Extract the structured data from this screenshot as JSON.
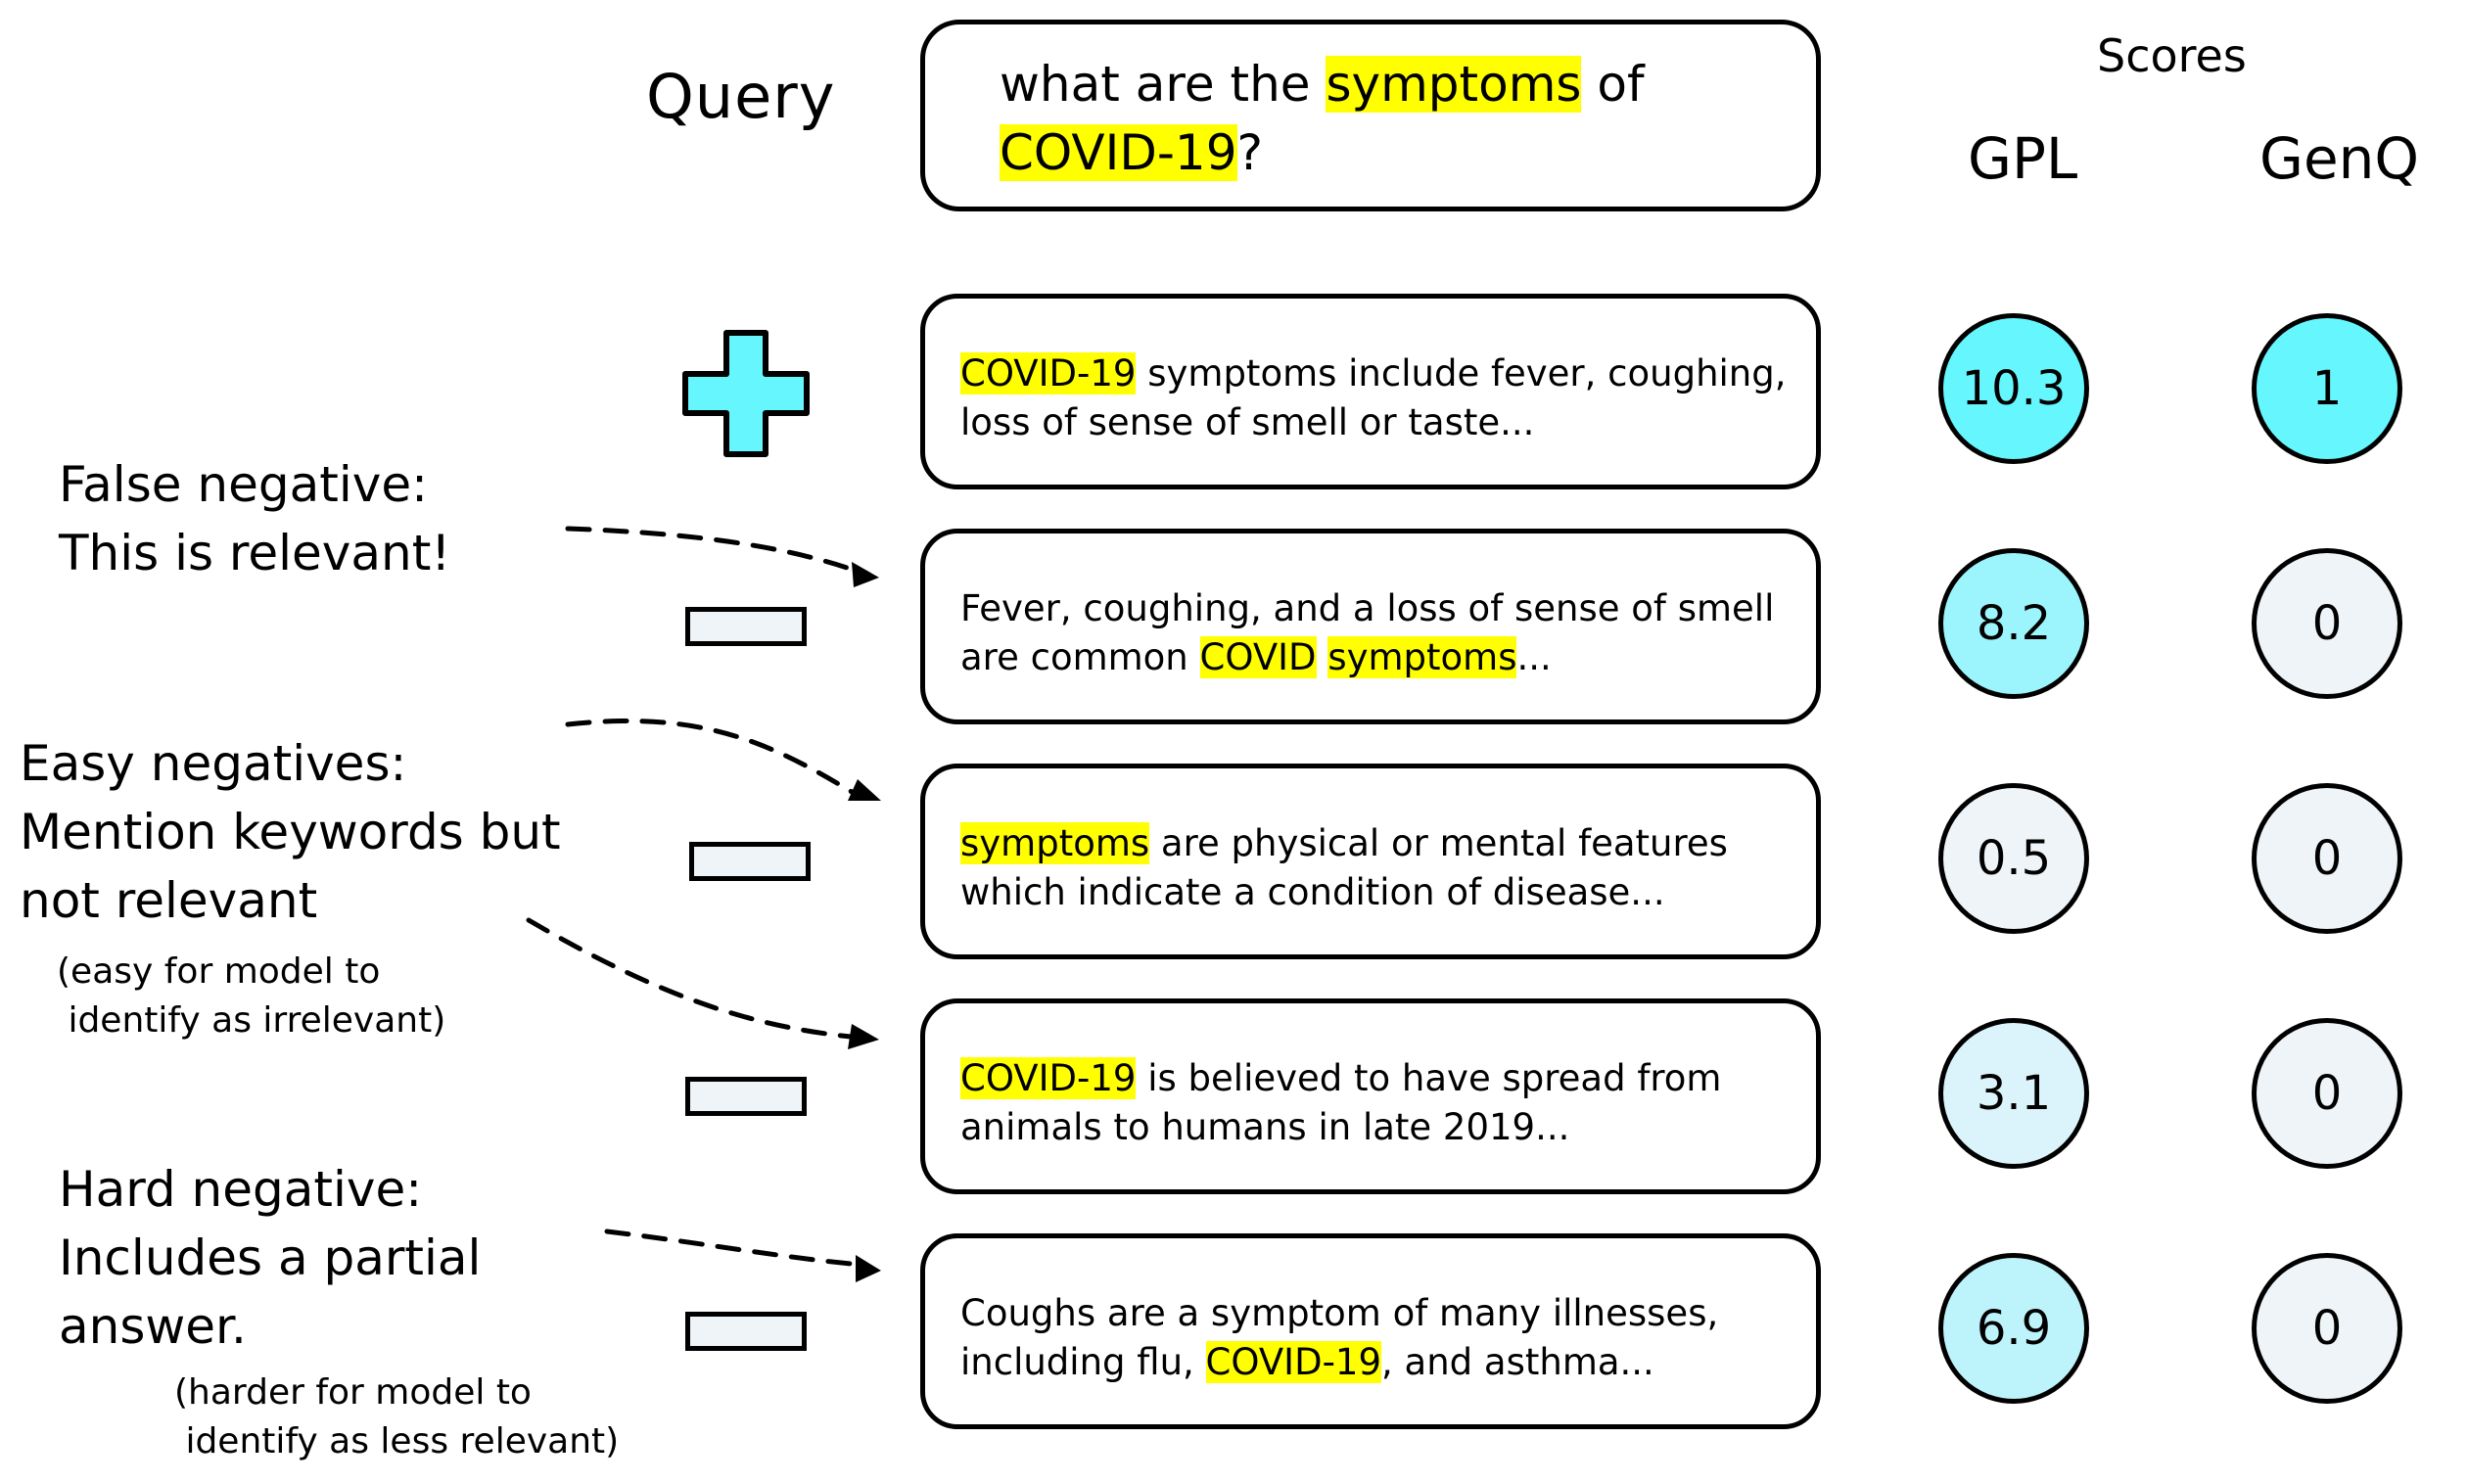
{
  "query": {
    "label": "Query",
    "segments": [
      {
        "text": "what are the ",
        "highlight": false
      },
      {
        "text": "symptoms",
        "highlight": true
      },
      {
        "text": " of ",
        "highlight": false
      },
      {
        "text": "COVID-19",
        "highlight": true
      },
      {
        "text": "?",
        "highlight": false
      }
    ]
  },
  "scores_header": {
    "title": "Scores",
    "columns": [
      "GPL",
      "GenQ"
    ]
  },
  "colors": {
    "highlight": "#ffff00",
    "positive_fill": "#66f6fe",
    "negative_fill": "#eef4f7",
    "score_scale": [
      "#66f6fe",
      "#9cf4fc",
      "#bdf3fb",
      "#dbf3fa",
      "#eef4f7"
    ]
  },
  "documents": [
    {
      "polarity": "positive",
      "icon": "plus-icon",
      "segments": [
        {
          "text": "COVID-19",
          "highlight": true
        },
        {
          "text": " symptoms include fever, coughing, loss of sense of smell or taste...",
          "highlight": false
        }
      ],
      "gpl": "10.3",
      "genq": "1",
      "gpl_fill": "#66f6fe",
      "genq_fill": "#66f6fe"
    },
    {
      "polarity": "negative",
      "icon": "minus-icon",
      "segments": [
        {
          "text": "Fever, coughing, and a loss of sense of smell are common ",
          "highlight": false
        },
        {
          "text": "COVID",
          "highlight": true
        },
        {
          "text": " ",
          "highlight": false
        },
        {
          "text": "symptoms",
          "highlight": true
        },
        {
          "text": "...",
          "highlight": false
        }
      ],
      "gpl": "8.2",
      "genq": "0",
      "gpl_fill": "#9cf4fc",
      "genq_fill": "#eef4f7"
    },
    {
      "polarity": "negative",
      "icon": "minus-icon",
      "segments": [
        {
          "text": "symptoms",
          "highlight": true
        },
        {
          "text": " are physical or mental features which indicate a condition of disease...",
          "highlight": false
        }
      ],
      "gpl": "0.5",
      "genq": "0",
      "gpl_fill": "#eef4f7",
      "genq_fill": "#eef4f7"
    },
    {
      "polarity": "negative",
      "icon": "minus-icon",
      "segments": [
        {
          "text": "COVID-19",
          "highlight": true
        },
        {
          "text": " is believed to have spread from animals to humans in late 2019...",
          "highlight": false
        }
      ],
      "gpl": "3.1",
      "genq": "0",
      "gpl_fill": "#dbf3fa",
      "genq_fill": "#eef4f7"
    },
    {
      "polarity": "negative",
      "icon": "minus-icon",
      "segments": [
        {
          "text": "Coughs are a symptom of many illnesses, including flu, ",
          "highlight": false
        },
        {
          "text": "COVID-19",
          "highlight": true
        },
        {
          "text": ", and asthma...",
          "highlight": false
        }
      ],
      "gpl": "6.9",
      "genq": "0",
      "gpl_fill": "#bdf3fb",
      "genq_fill": "#eef4f7"
    }
  ],
  "annotations": {
    "false_negative": {
      "title": "False negative:\nThis is relevant!"
    },
    "easy_negatives": {
      "title": "Easy negatives:\nMention keywords but\nnot relevant",
      "note": "(easy for model to\n identify as irrelevant)"
    },
    "hard_negative": {
      "title": "Hard negative:\nIncludes a partial\nanswer.",
      "note": "(harder for model to\n identify as less relevant)"
    }
  }
}
